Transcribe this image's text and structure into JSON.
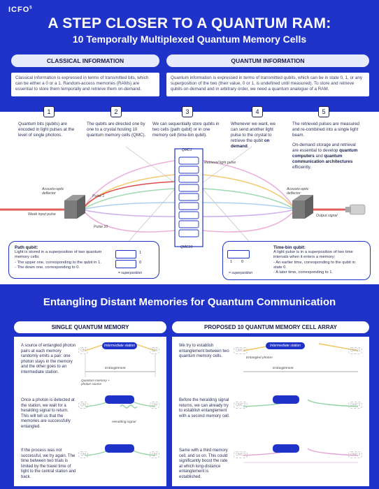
{
  "header": {
    "logo": "ICFO",
    "title_line1": "A STEP CLOSER TO A QUANTUM RAM:",
    "title_line2": "10 Temporally Multiplexed Quantum Memory Cells"
  },
  "classical": {
    "heading": "CLASSICAL INFORMATION",
    "text": "Classical information is expressed in terms of transmitted bits, which can be either a 0 or a 1. Random-access memories (RAMs) are essential to store them temporally and retrieve them on-demand."
  },
  "quantum": {
    "heading": "QUANTUM INFORMATION",
    "text": "Quantum information is expressed in terms of transmitted qubits, which can be in state 0, 1, or any superposition of the two (their value, 0 or 1, is undefined until measured). To store and retrieve qubits on-demand and in arbitrary order, we need a quantum analogue of a RAM."
  },
  "steps": [
    {
      "num": "1",
      "text": "Quantum bits (qubits) are encoded in light pulses at the level of single photons."
    },
    {
      "num": "2",
      "text": "The qubits are directed one by one to a crystal hosting 10 quantum memory cells (QMC)."
    },
    {
      "num": "3",
      "text": "We can sequentially store qubits in two cells (path qubit) or in one memory cell (time-bin qubit)."
    },
    {
      "num": "4",
      "text_pre": "Whenever we want, we can send another light pulse to the crystal to retrieve the qubit ",
      "text_bold": "on demand",
      "text_post": "."
    },
    {
      "num": "5",
      "text": "The retrieved pulses are measured and re-combined into a single light beam.",
      "text2_pre": "On-demand storage and retrieval are essential to develop ",
      "text2_b1": "quantum computers",
      "text2_mid": " and ",
      "text2_b2": "quantum communication architectures",
      "text2_post": " efficiently."
    }
  ],
  "diagram": {
    "qmc_top": "QMC1",
    "qmc_bottom": "QMC10",
    "retrieval": "Retrieval light pulse",
    "aod_left": "Acousto-optic deflector",
    "aod_right": "Acousto-optic deflector",
    "pulse1": "Pulse 1",
    "pulse10": "Pulse 10",
    "weak_input": "Weak input pulse",
    "output": "Output signal"
  },
  "path_qubit": {
    "heading": "Path qubit:",
    "text": "Light is stored in a superposition of two quantum memory cells:",
    "items": [
      "The upper one, corresponding to the qubit in 1.",
      "The down one, corresponding to 0."
    ],
    "label1": "1",
    "label0": "0",
    "superposition": "= superposition"
  },
  "timebin_qubit": {
    "heading": "Time-bin qubit:",
    "text": "A light pulse is in a superposition of two time intervals when it enters a memory:",
    "items": [
      "An earlier time, corresponding to the qubit in state 0.",
      "A later time, corresponding to 1."
    ],
    "label1": "1",
    "label0": "0",
    "superposition": "= superposition"
  },
  "section2": {
    "title": "Entangling Distant Memories for Quantum Communication",
    "left_heading": "SINGLE QUANTUM MEMORY",
    "right_heading": "PROPOSED 10 QUANTUM MEMORY CELL ARRAY",
    "left_texts": [
      "A source of entangled photon pairs at each memory randomly emits a pair: one photon stays in the memory and the other goes to an intermediate station.",
      "Once a photon is detected at the station, we wait for a heralding signal to return. This will tell us that the memories are successfully entangled.",
      "If the process was not successful, we try again. The time between two trials is limited by the travel time of light to the central station and back."
    ],
    "right_texts": [
      "We try to establish entanglement between two quantum memory cells.",
      "Before the heralding signal returns, we can already try to establish entanglement with a second memory cell.",
      "Same with a third memory cell, and so on. This could significantly boost the rate at which long-distance entanglement is established."
    ],
    "station": "Intermediate station",
    "entanglement": "Entanglement",
    "entangled_photon": "Entangled photon",
    "heralding": "Heralding signal",
    "qm_label": "Quantum memory + photon source",
    "qm_tag": "QM",
    "qmc_tags": [
      "QMC1",
      "QMC2",
      "QMC3"
    ]
  }
}
